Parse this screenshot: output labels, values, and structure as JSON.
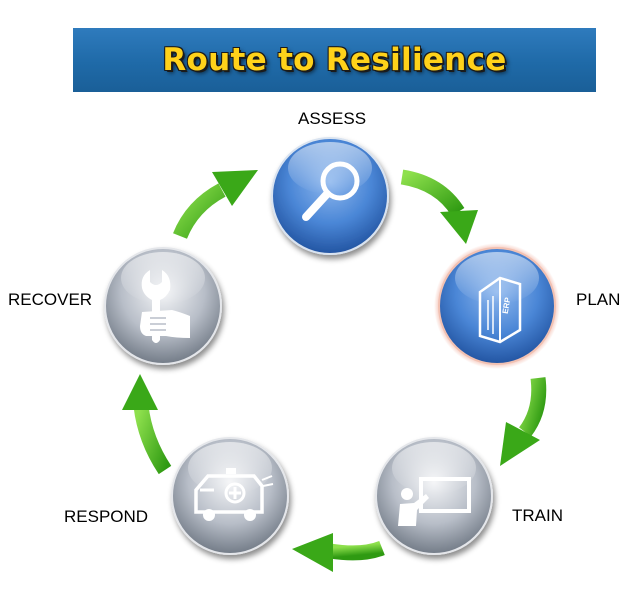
{
  "title": "Route to Resilience",
  "stages": [
    {
      "label": "ASSESS",
      "icon": "magnifier-icon",
      "style": "blue"
    },
    {
      "label": "PLAN",
      "icon": "erp-binder-icon",
      "style": "blue-highlight",
      "icon_text": "ERP"
    },
    {
      "label": "TRAIN",
      "icon": "trainer-board-icon",
      "style": "silver"
    },
    {
      "label": "RESPOND",
      "icon": "ambulance-icon",
      "style": "silver"
    },
    {
      "label": "RECOVER",
      "icon": "wrench-hand-icon",
      "style": "silver"
    }
  ],
  "colors": {
    "banner": "#1f6aa8",
    "title": "#ffd21a",
    "arrow": "#43b61a",
    "blue_node": "#4a86d6",
    "silver_node": "#b8bec8",
    "highlight_glow": "#e8775a"
  }
}
